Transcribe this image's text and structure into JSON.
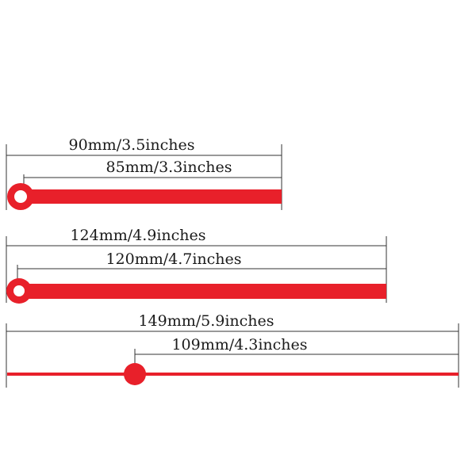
{
  "hands": [
    {
      "overall_label": "90mm/3.5inches",
      "center_label": "85mm/3.3inches",
      "color": "#e8202a"
    },
    {
      "overall_label": "124mm/4.9inches",
      "center_label": "120mm/4.7inches",
      "color": "#e8202a"
    },
    {
      "overall_label": "149mm/5.9inches",
      "center_label": "109mm/4.3inches",
      "color": "#e8202a"
    }
  ]
}
